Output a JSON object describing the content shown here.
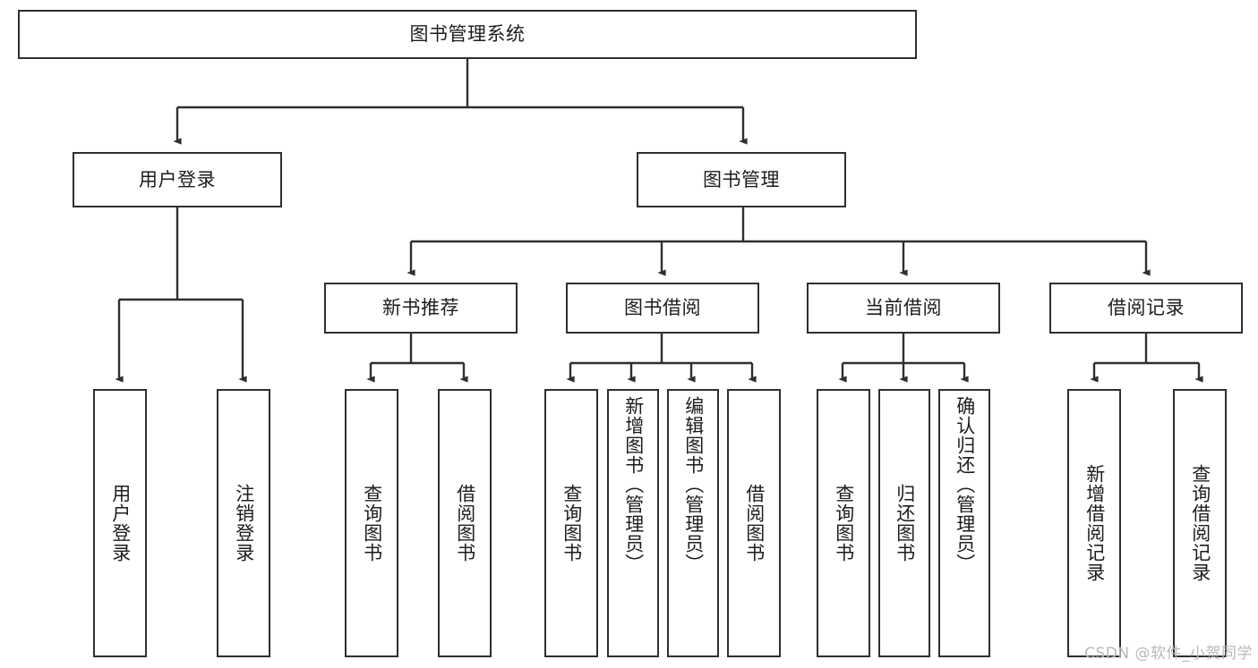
{
  "diagram": {
    "title": "图书管理系统",
    "type": "tree-hierarchy-diagram",
    "colors": {
      "box_border": "#2f2f2f",
      "box_fill": "#ffffff",
      "connector": "#2f2f2f",
      "text": "#1d1d1d",
      "watermark": "#b9b9b9"
    },
    "nodes": {
      "root": {
        "label": "图书管理系统"
      },
      "level1": [
        {
          "label": "用户登录"
        },
        {
          "label": "图书管理"
        }
      ],
      "level2": [
        {
          "label": "新书推荐"
        },
        {
          "label": "图书借阅"
        },
        {
          "label": "当前借阅"
        },
        {
          "label": "借阅记录"
        }
      ],
      "leaves_user_login": [
        {
          "label": "用户登录"
        },
        {
          "label": "注销登录"
        }
      ],
      "leaves_new_book": [
        {
          "label": "查询图书"
        },
        {
          "label": "借阅图书"
        }
      ],
      "leaves_book_borrow": [
        {
          "label": "查询图书"
        },
        {
          "label": "新增图书（管理员）"
        },
        {
          "label": "编辑图书（管理员）"
        },
        {
          "label": "借阅图书"
        }
      ],
      "leaves_current_borrow": [
        {
          "label": "查询图书"
        },
        {
          "label": "归还图书"
        },
        {
          "label": "确认归还（管理员）"
        }
      ],
      "leaves_borrow_record": [
        {
          "label": "新增借阅记录"
        },
        {
          "label": "查询借阅记录"
        }
      ]
    },
    "watermark": "CSDN @软件_小贺同学"
  }
}
